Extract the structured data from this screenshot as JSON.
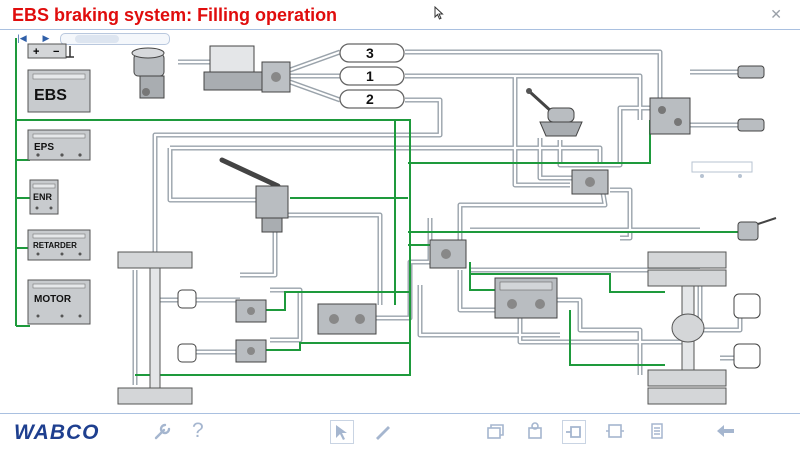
{
  "header": {
    "title": "EBS braking system: Filling operation",
    "close_glyph": "✕"
  },
  "playbar": {
    "first_glyph": "|◀",
    "play_glyph": "▶"
  },
  "tanks": [
    "3",
    "1",
    "2"
  ],
  "ecus": [
    "EBS",
    "EPS",
    "ENR",
    "RETARDER",
    "MOTOR"
  ],
  "battery": {
    "plus": "+",
    "minus": "−"
  },
  "footer": {
    "brand": "WABCO",
    "help_glyph": "?"
  },
  "colors": {
    "title": "#e00d0d",
    "electric": "#1e9a3c",
    "pneumatic": "#9aa3ab",
    "brand": "#1e3f8f"
  }
}
